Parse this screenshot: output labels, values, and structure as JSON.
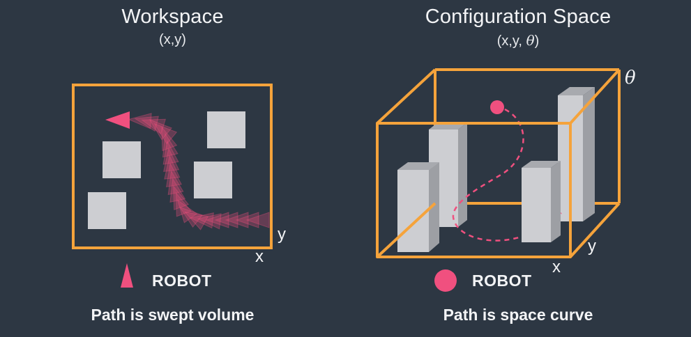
{
  "workspace": {
    "title": "Workspace",
    "subtitle": "(x,y)",
    "x_axis": "x",
    "y_axis": "y",
    "legend_label": "ROBOT",
    "caption": "Path is swept volume"
  },
  "cspace": {
    "title": "Configuration Space",
    "subtitle_prefix": "(x,y, ",
    "subtitle_theta": "θ",
    "subtitle_suffix": ")",
    "x_axis": "x",
    "y_axis": "y",
    "theta_axis": "θ",
    "legend_label": "ROBOT",
    "caption": "Path is space curve"
  },
  "colors": {
    "background": "#2d3743",
    "frame": "#f5a33b",
    "robot": "#f0507f",
    "obstacle_front": "#cdced2",
    "obstacle_side": "#9d9fa4",
    "obstacle_top": "#a8aaaf"
  }
}
